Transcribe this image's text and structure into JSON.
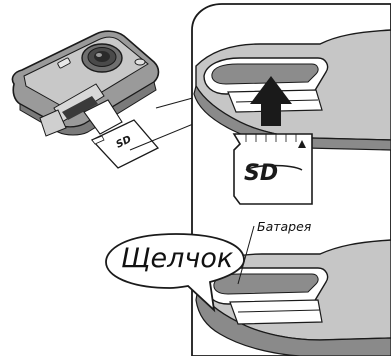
{
  "labels": {
    "click_callout": "Щелчок",
    "battery": "Батарея"
  },
  "card": {
    "logo_text": "SD"
  },
  "colors": {
    "outline": "#1a1a1a",
    "panel_fill": "#ffffff",
    "shade_dark": "#808080",
    "shade_mid": "#bdbdbd",
    "shade_light": "#e6e6e6",
    "arrow": "#1a1a1a"
  },
  "icons": {
    "insert_arrow": "arrow-up-icon",
    "sd_logo": "sd-logo-icon"
  }
}
